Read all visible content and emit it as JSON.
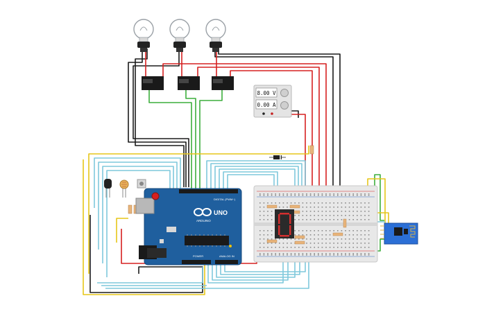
{
  "power_supply": {
    "voltage": "8.00 V",
    "current": "0.00 A"
  },
  "arduino": {
    "brand": "ARDUINO",
    "model": "UNO",
    "digital_header": "DIGITAL (PWM~)",
    "analog_header": "ANALOG IN",
    "power_header": "POWER"
  },
  "seven_segment": {
    "digit": "0"
  },
  "components": {
    "bulbs": 3,
    "relays": 3,
    "breadboard": 1,
    "wifi_module": 1,
    "temperature_sensor": 1,
    "photoresistor": 1,
    "pushbutton": 1,
    "diode": 1
  },
  "colors": {
    "board": "#1f5f9e",
    "breadboard": "#e8e8e8",
    "wire_red": "#d62020",
    "wire_black": "#1a1a1a",
    "wire_green": "#3cae3c",
    "wire_yellow": "#e6c619",
    "wire_cyan": "#7fc8dc",
    "segment": "#d32f2f",
    "module": "#2b6fd6"
  }
}
